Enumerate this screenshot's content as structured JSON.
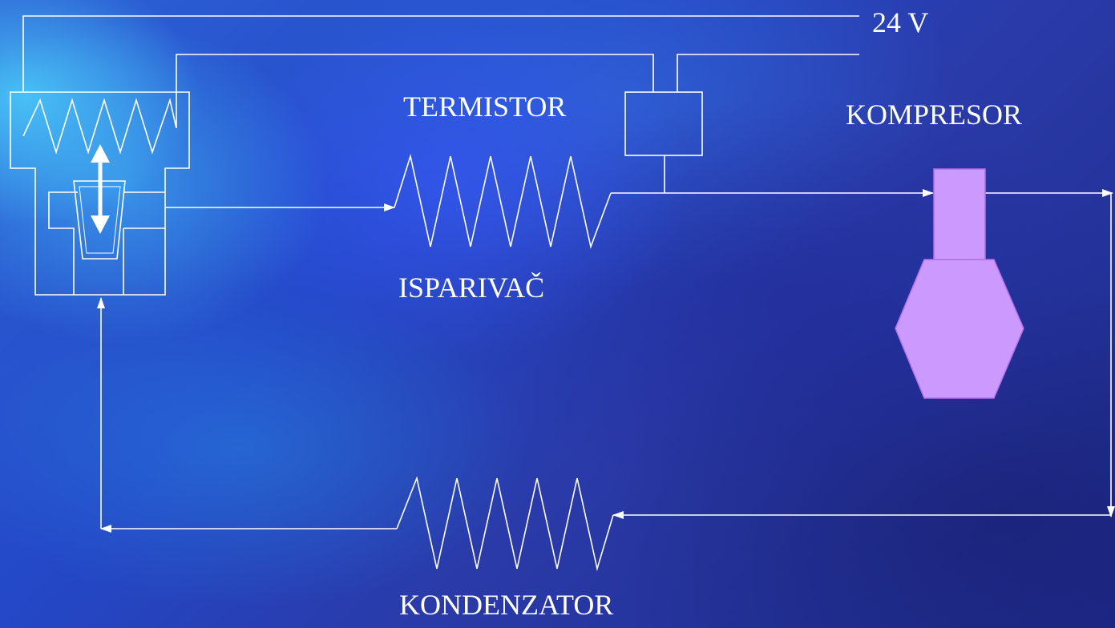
{
  "labels": {
    "voltage": "24 V",
    "thermistor": "TERMISTOR",
    "compressor": "KOMPRESOR",
    "evaporator": "ISPARIVAČ",
    "condenser": "KONDENZATOR"
  },
  "colors": {
    "line": "#ffffff",
    "compressor_fill": "#cc99ff",
    "compressor_stroke": "#b070e8",
    "background": "#2448c8"
  }
}
